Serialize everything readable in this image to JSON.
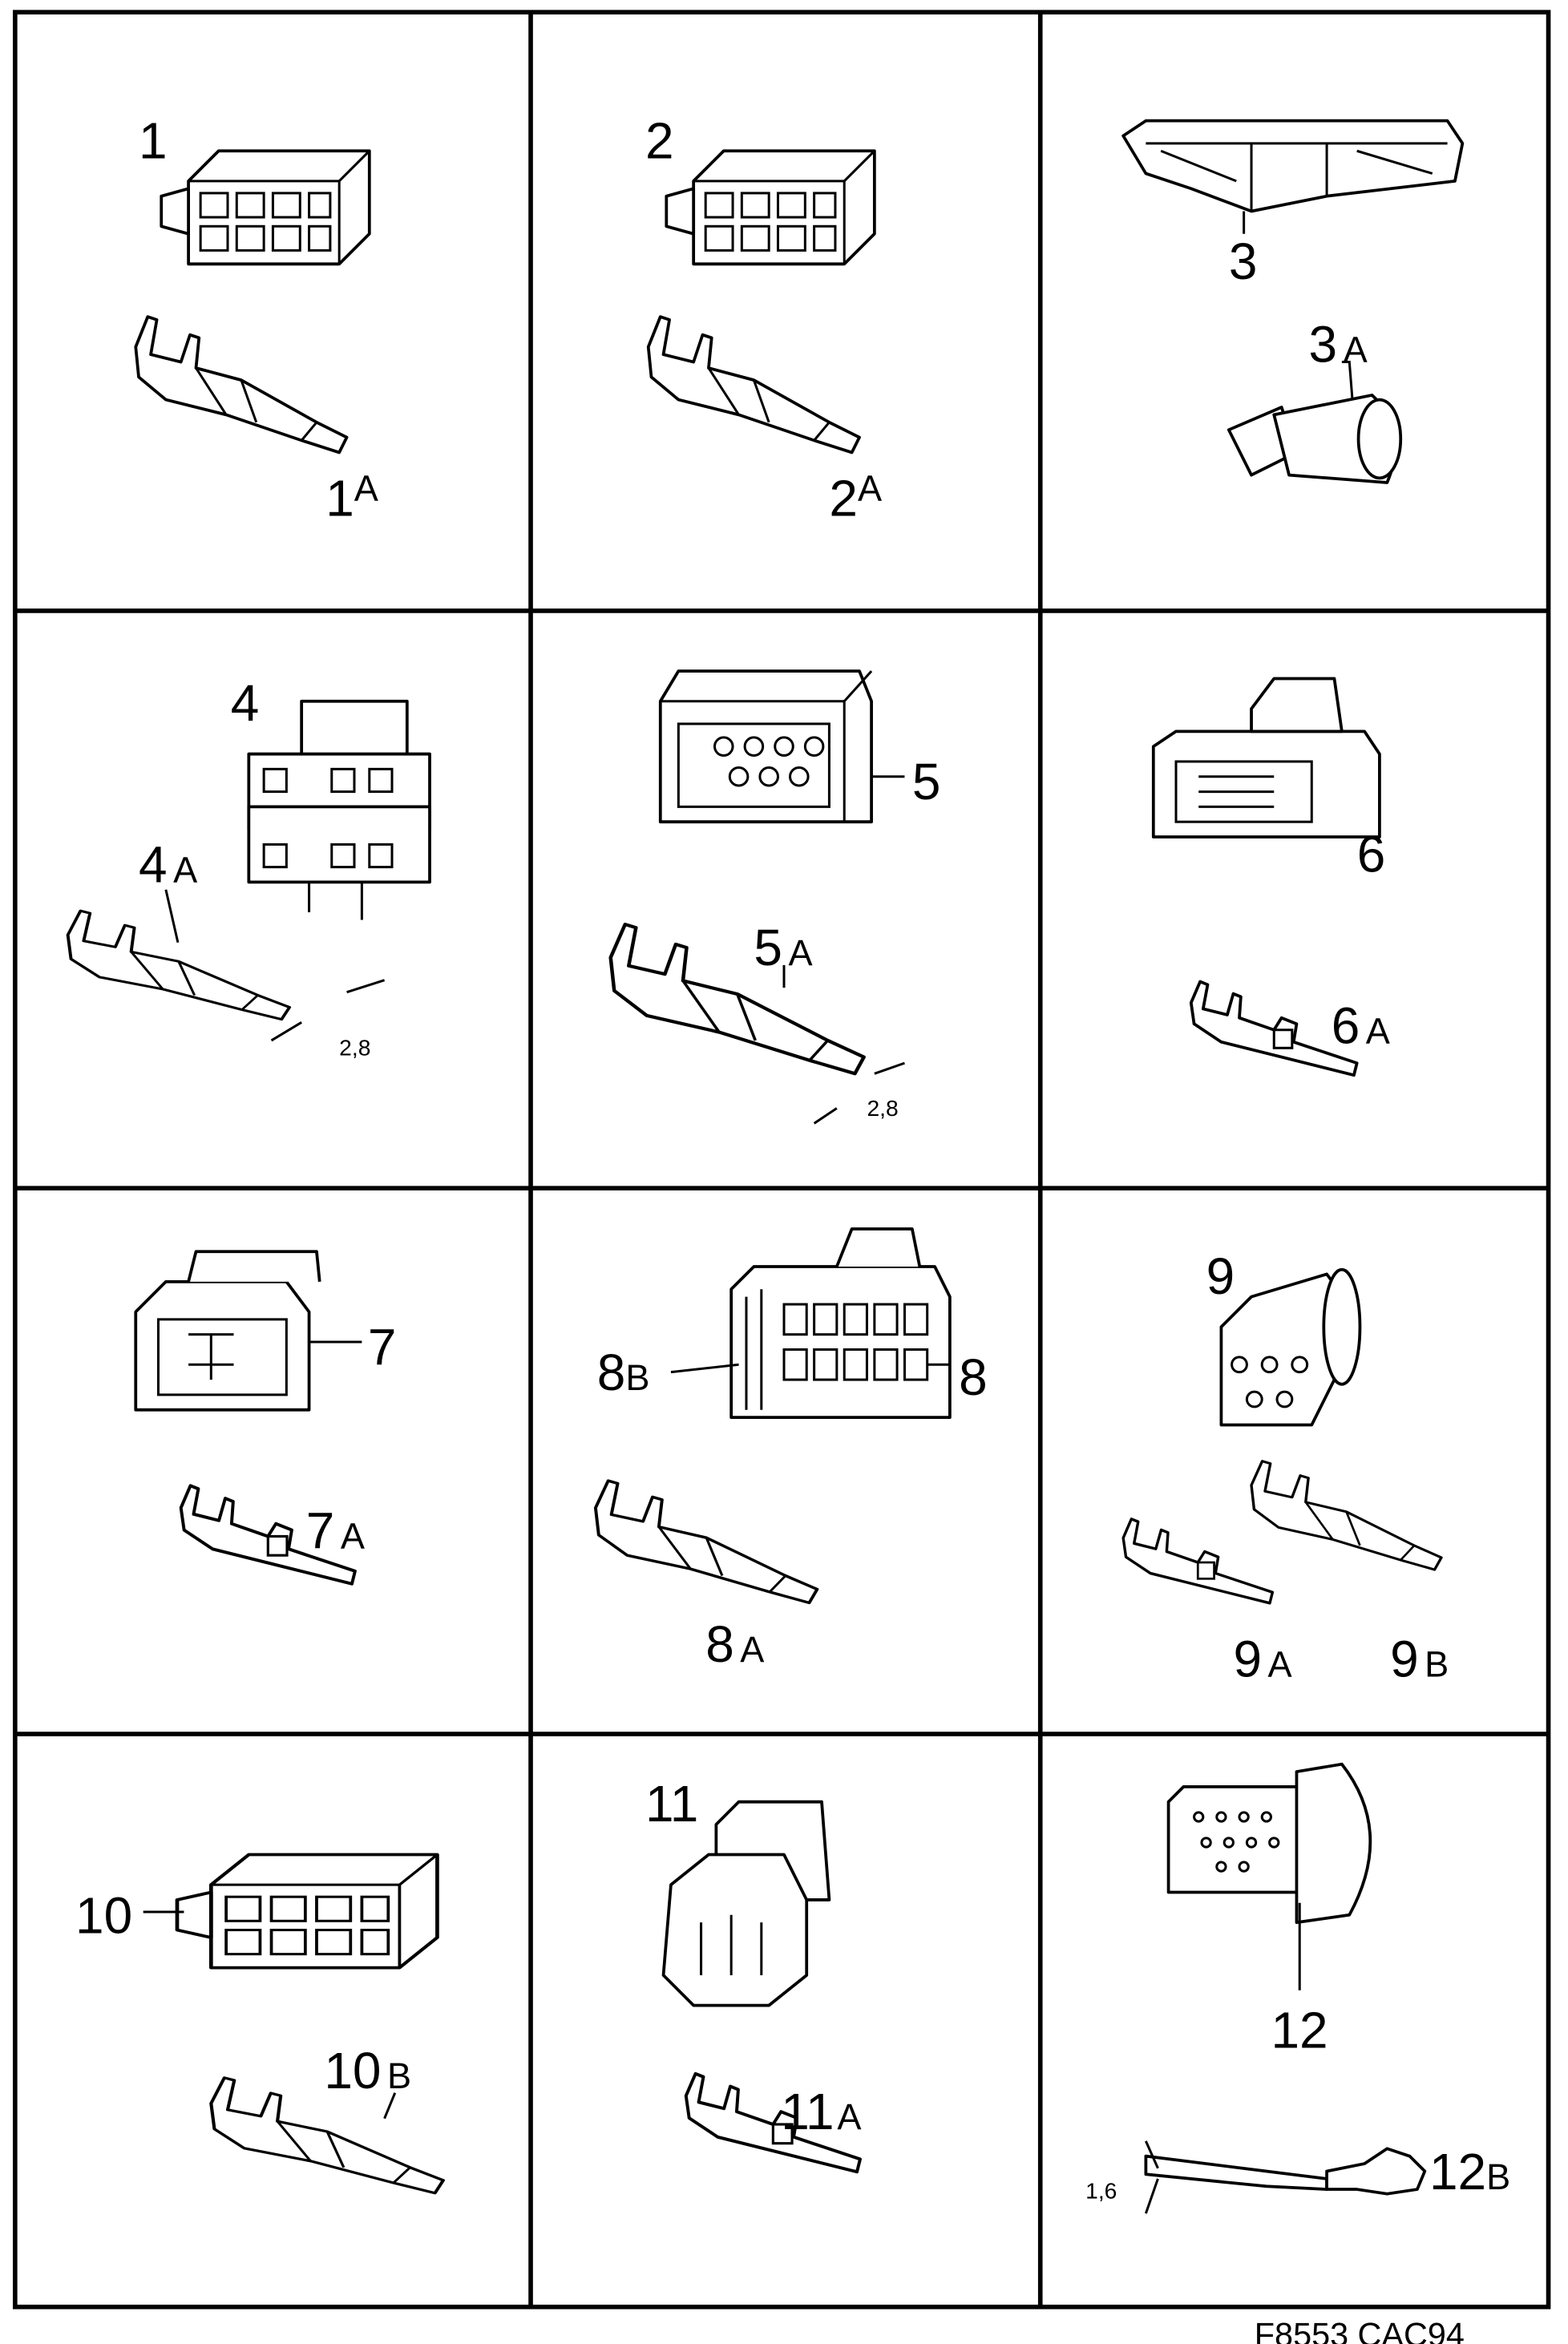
{
  "labels": [
    {
      "id": "1",
      "num": "1",
      "suffix": ""
    },
    {
      "id": "1a",
      "num": "1",
      "suffix": "A"
    },
    {
      "id": "2",
      "num": "2",
      "suffix": ""
    },
    {
      "id": "2a",
      "num": "2",
      "suffix": "A"
    },
    {
      "id": "3",
      "num": "3",
      "suffix": ""
    },
    {
      "id": "3a",
      "num": "3",
      "suffix": "A"
    },
    {
      "id": "4",
      "num": "4",
      "suffix": ""
    },
    {
      "id": "4a",
      "num": "4",
      "suffix": "A"
    },
    {
      "id": "5",
      "num": "5",
      "suffix": ""
    },
    {
      "id": "5a",
      "num": "5",
      "suffix": "A"
    },
    {
      "id": "6",
      "num": "6",
      "suffix": ""
    },
    {
      "id": "6a",
      "num": "6",
      "suffix": "A"
    },
    {
      "id": "7",
      "num": "7",
      "suffix": ""
    },
    {
      "id": "7a",
      "num": "7",
      "suffix": "A"
    },
    {
      "id": "8b",
      "num": "8",
      "suffix": "B"
    },
    {
      "id": "8",
      "num": "8",
      "suffix": ""
    },
    {
      "id": "8a",
      "num": "8",
      "suffix": "A"
    },
    {
      "id": "9",
      "num": "9",
      "suffix": ""
    },
    {
      "id": "9a",
      "num": "9",
      "suffix": "A"
    },
    {
      "id": "9b",
      "num": "9",
      "suffix": "B"
    },
    {
      "id": "10",
      "num": "10",
      "suffix": ""
    },
    {
      "id": "10b",
      "num": "10",
      "suffix": "B"
    },
    {
      "id": "11",
      "num": "11",
      "suffix": ""
    },
    {
      "id": "11a",
      "num": "11",
      "suffix": "A"
    },
    {
      "id": "12",
      "num": "12",
      "suffix": ""
    },
    {
      "id": "12b",
      "num": "12",
      "suffix": "B"
    }
  ],
  "dimensions": {
    "d4": "2,8",
    "d5": "2,8",
    "d12": "1,6"
  },
  "figure_code": "F8553  CAC94"
}
